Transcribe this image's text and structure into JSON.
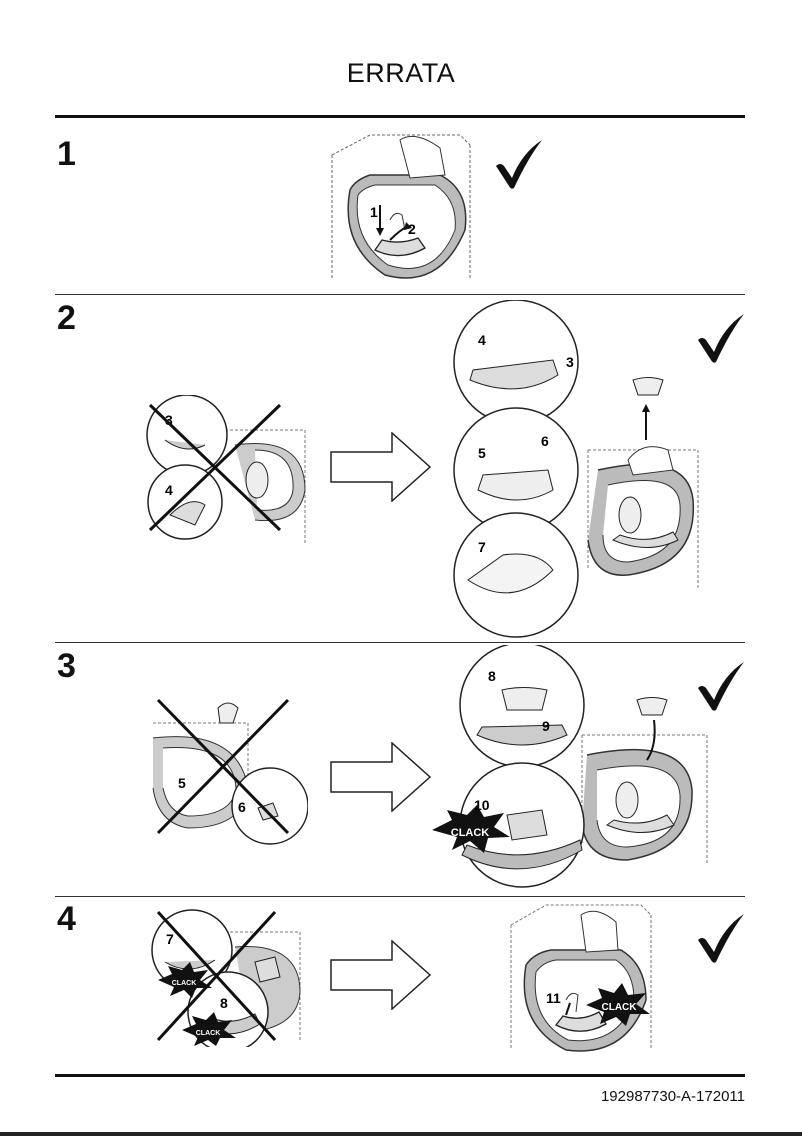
{
  "header": {
    "title": "ERRATA"
  },
  "sections": [
    {
      "number": "1",
      "callouts": [
        "1",
        "2"
      ],
      "verdict": "correct"
    },
    {
      "number": "2",
      "callouts_wrong": [
        "3",
        "4"
      ],
      "callouts_right": [
        "4",
        "3",
        "5",
        "6",
        "7"
      ],
      "verdict": "correct"
    },
    {
      "number": "3",
      "callouts_wrong": [
        "5",
        "6"
      ],
      "callouts_right": [
        "8",
        "9",
        "10"
      ],
      "clack": "CLACK",
      "verdict": "correct"
    },
    {
      "number": "4",
      "callouts_wrong": [
        "7",
        "8"
      ],
      "callouts_right": [
        "11"
      ],
      "clack": "CLACK",
      "verdict": "correct"
    }
  ],
  "footer": {
    "code": "192987730-A-172011"
  },
  "icons": {
    "correct": "checkmark-icon",
    "wrong": "cross-out-icon",
    "next": "arrow-right-icon"
  }
}
